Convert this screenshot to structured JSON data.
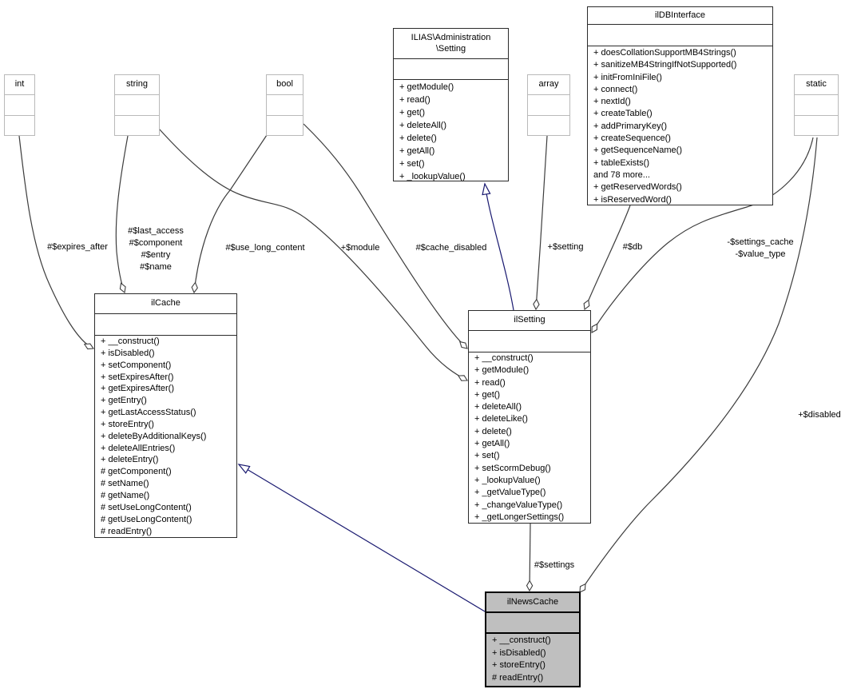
{
  "nodes": {
    "int": {
      "title": "int"
    },
    "string": {
      "title": "string"
    },
    "bool": {
      "title": "bool"
    },
    "array": {
      "title": "array"
    },
    "static": {
      "title": "static"
    },
    "admin_setting": {
      "title_line1": "ILIAS\\Administration",
      "title_line2": "\\Setting",
      "methods": [
        "+ getModule()",
        "+ read()",
        "+ get()",
        "+ deleteAll()",
        "+ delete()",
        "+ getAll()",
        "+ set()",
        "+ _lookupValue()"
      ]
    },
    "ildbinterface": {
      "title": "ilDBInterface",
      "methods": [
        "+ doesCollationSupportMB4Strings()",
        "+ sanitizeMB4StringIfNotSupported()",
        "+ initFromIniFile()",
        "+ connect()",
        "+ nextId()",
        "+ createTable()",
        "+ addPrimaryKey()",
        "+ createSequence()",
        "+ getSequenceName()",
        "+ tableExists()",
        "and 78 more...",
        "+ getReservedWords()",
        "+ isReservedWord()"
      ]
    },
    "ilcache": {
      "title": "ilCache",
      "methods": [
        "+ __construct()",
        "+ isDisabled()",
        "+ setComponent()",
        "+ setExpiresAfter()",
        "+ getExpiresAfter()",
        "+ getEntry()",
        "+ getLastAccessStatus()",
        "+ storeEntry()",
        "+ deleteByAdditionalKeys()",
        "+ deleteAllEntries()",
        "+ deleteEntry()",
        "# getComponent()",
        "# setName()",
        "# getName()",
        "# setUseLongContent()",
        "# getUseLongContent()",
        "# readEntry()"
      ]
    },
    "ilsetting": {
      "title": "ilSetting",
      "methods": [
        "+ __construct()",
        "+ getModule()",
        "+ read()",
        "+ get()",
        "+ deleteAll()",
        "+ deleteLike()",
        "+ delete()",
        "+ getAll()",
        "+ set()",
        "+ setScormDebug()",
        "+ _lookupValue()",
        "+ _getValueType()",
        "+ _changeValueType()",
        "+ _getLongerSettings()"
      ]
    },
    "ilnewscache": {
      "title": "ilNewsCache",
      "methods": [
        "+ __construct()",
        "+ isDisabled()",
        "+ storeEntry()",
        "# readEntry()"
      ]
    }
  },
  "edge_labels": {
    "expires_after": "#$expires_after",
    "last_access": "#$last_access",
    "component": "#$component",
    "entry": "#$entry",
    "name": "#$name",
    "use_long_content": "#$use_long_content",
    "module": "+$module",
    "cache_disabled": "#$cache_disabled",
    "setting": "+$setting",
    "db": "#$db",
    "settings_cache": "-$settings_cache",
    "value_type": "-$value_type",
    "disabled": "+$disabled",
    "settings": "#$settings"
  },
  "colors": {
    "inheritance_edge": "#191970",
    "aggregation_edge": "#3d3d3d",
    "highlighted_node_fill": "#bfbfbf",
    "primitive_border": "#b9b9b9",
    "class_border": "#2b2b2b"
  }
}
